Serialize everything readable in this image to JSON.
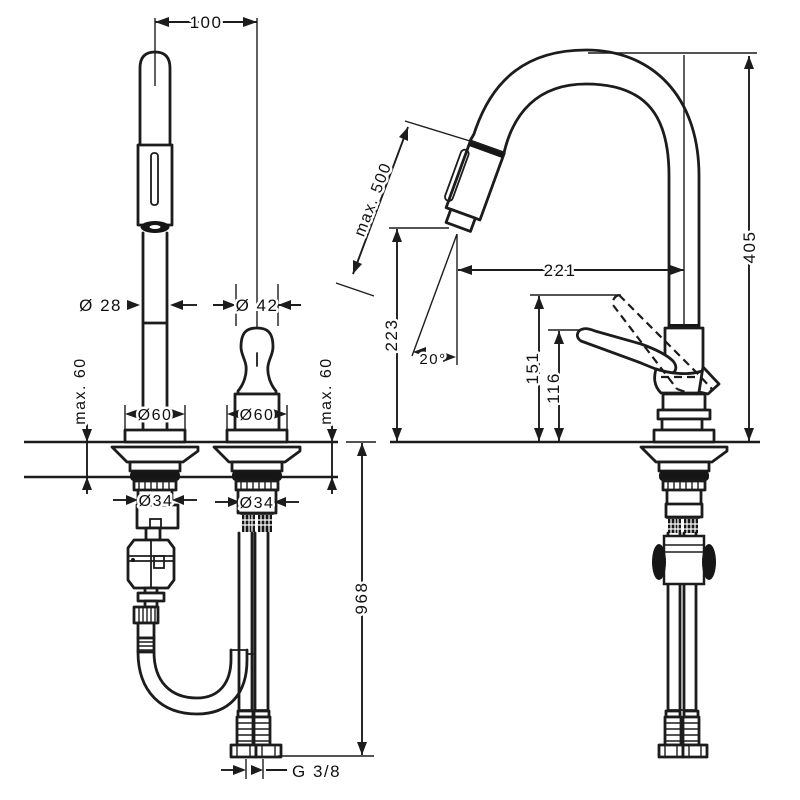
{
  "drawing": {
    "type": "technical-installation-drawing",
    "subject": "two-hole kitchen mixer tap with pull-out spray, dimensioned views",
    "units": "mm",
    "line_color": "#1c1c1c",
    "background": "#ffffff"
  },
  "dimensions": {
    "hole_spacing": "100",
    "spray_pipe_diameter": "Ø 28",
    "valve_body_diameter": "Ø 42",
    "spray_base_diameter": "Ø60",
    "valve_base_diameter": "Ø60",
    "max_counter_thickness_spray": "max. 60",
    "max_counter_thickness_valve": "max. 60",
    "spray_shaft_diameter": "Ø34",
    "valve_shaft_diameter": "Ø34",
    "hose_length_below_counter": "968",
    "supply_connection_thread": "G 3/8",
    "max_hose_pullout": "max. 500",
    "outlet_height": "223",
    "spray_head_angle": "20°",
    "spout_reach": "221",
    "handle_raised_height": "151",
    "handle_height": "116",
    "spout_height": "405"
  }
}
